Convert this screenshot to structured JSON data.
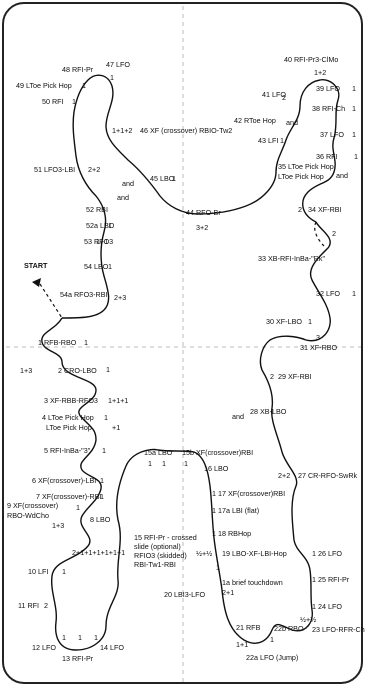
{
  "start_label": "START",
  "elements": [
    {
      "id": "e1",
      "label": "1 RFB-RBO"
    },
    {
      "id": "e2",
      "label": "2 CRO-LBO"
    },
    {
      "id": "e3",
      "label": "3 XF-RBB-RFO3"
    },
    {
      "id": "e4a",
      "label": "4 LToe Pick Hop"
    },
    {
      "id": "e4b",
      "label": "LToe Pick Hop"
    },
    {
      "id": "e5",
      "label": "5 RFI-InBa-\"3\""
    },
    {
      "id": "e6",
      "label": "6 XF(crossover)-LBI"
    },
    {
      "id": "e7",
      "label": "7 XF(crossover)-RBI"
    },
    {
      "id": "e8",
      "label": "8 LBO"
    },
    {
      "id": "e9a",
      "label": "9 XF(crossover)"
    },
    {
      "id": "e9b",
      "label": "RBO-WdCho"
    },
    {
      "id": "e10",
      "label": "10 LFI"
    },
    {
      "id": "e11",
      "label": "11 RFI"
    },
    {
      "id": "e12",
      "label": "12 LFO"
    },
    {
      "id": "e13",
      "label": "13 RFI-Pr"
    },
    {
      "id": "e14",
      "label": "14 LFO"
    },
    {
      "id": "e15a",
      "label": "15a LBO"
    },
    {
      "id": "e15b",
      "label": "15b XF(crossover)RBI"
    },
    {
      "id": "e15n1",
      "label": "15 RFI-Pr - crossed"
    },
    {
      "id": "e15n2",
      "label": "slide (optional)"
    },
    {
      "id": "e15n3",
      "label": "RFIO3 (skidded)"
    },
    {
      "id": "e15n4",
      "label": "RBI-Tw1-RBI"
    },
    {
      "id": "e16",
      "label": "16 LBO"
    },
    {
      "id": "e17",
      "label": "17 XF(crossover)RBI"
    },
    {
      "id": "e17a",
      "label": "17a LBI (flat)"
    },
    {
      "id": "e18",
      "label": "18 RBHop"
    },
    {
      "id": "e19",
      "label": "19 LBO-XF-LBI-Hop"
    },
    {
      "id": "e19n1",
      "label": "1a brief touchdown"
    },
    {
      "id": "e20",
      "label": "20 LBI3-LFO"
    },
    {
      "id": "e21",
      "label": "21 RFB"
    },
    {
      "id": "e22a",
      "label": "22a LFO (Jump)"
    },
    {
      "id": "e22b",
      "label": "22b RBO"
    },
    {
      "id": "e23",
      "label": "23 LFO-RFR-Ch"
    },
    {
      "id": "e24",
      "label": "24 LFO"
    },
    {
      "id": "e25",
      "label": "25 RFI-Pr"
    },
    {
      "id": "e26",
      "label": "26 LFO"
    },
    {
      "id": "e27",
      "label": "27 CR-RFO-SwRk"
    },
    {
      "id": "e28",
      "label": "28 XB-LBO"
    },
    {
      "id": "e29",
      "label": "29 XF-RBI"
    },
    {
      "id": "e30",
      "label": "30 XF-LBO"
    },
    {
      "id": "e31",
      "label": "31 XF-RBO"
    },
    {
      "id": "e32",
      "label": "32 LFO"
    },
    {
      "id": "e33",
      "label": "33 XB-RFI-InBa-\"Rk\""
    },
    {
      "id": "e34",
      "label": "34 XF-RBI"
    },
    {
      "id": "e35a",
      "label": "35 LToe Pick Hop"
    },
    {
      "id": "e35b",
      "label": "LToe Pick Hop"
    },
    {
      "id": "e36",
      "label": "36 RFI"
    },
    {
      "id": "e37",
      "label": "37 LFO"
    },
    {
      "id": "e38",
      "label": "38 RFI-Ch"
    },
    {
      "id": "e39",
      "label": "39 LFO"
    },
    {
      "id": "e40",
      "label": "40 RFI-Pr3-ClMo"
    },
    {
      "id": "e41",
      "label": "41 LFO"
    },
    {
      "id": "e42",
      "label": "42 RToe Hop"
    },
    {
      "id": "e43",
      "label": "43 LFI"
    },
    {
      "id": "e44",
      "label": "44 RFO-Br"
    },
    {
      "id": "e45",
      "label": "45 LBO"
    },
    {
      "id": "e46",
      "label": "46 XF (crossover) RBIO-Tw2"
    },
    {
      "id": "e47",
      "label": "47 LFO"
    },
    {
      "id": "e48",
      "label": "48 RFI-Pr"
    },
    {
      "id": "e49",
      "label": "49 LToe Pick Hop"
    },
    {
      "id": "e50",
      "label": "50 RFI"
    },
    {
      "id": "e51",
      "label": "51 LFO3-LBI"
    },
    {
      "id": "e52",
      "label": "52 RBI"
    },
    {
      "id": "e52a",
      "label": "52a LBO"
    },
    {
      "id": "e53",
      "label": "53 RFO3"
    },
    {
      "id": "e54",
      "label": "54 LBO"
    },
    {
      "id": "e54a",
      "label": "54a RFO3-RBI"
    }
  ],
  "counts": [
    {
      "id": "c1",
      "text": "1"
    },
    {
      "id": "c2",
      "text": "1+3"
    },
    {
      "id": "c3",
      "text": "1"
    },
    {
      "id": "c4",
      "text": "1+1+1"
    },
    {
      "id": "c5",
      "text": "1"
    },
    {
      "id": "c6",
      "text": "+1"
    },
    {
      "id": "c7",
      "text": "1"
    },
    {
      "id": "c8",
      "text": "1"
    },
    {
      "id": "c9",
      "text": "1"
    },
    {
      "id": "c10",
      "text": "1"
    },
    {
      "id": "c11",
      "text": "1+3"
    },
    {
      "id": "c12",
      "text": "1"
    },
    {
      "id": "c13",
      "text": "2"
    },
    {
      "id": "c14",
      "text": "1"
    },
    {
      "id": "c15",
      "text": "1"
    },
    {
      "id": "c16",
      "text": "1"
    },
    {
      "id": "c17",
      "text": "2+1+1+1+1+1+1"
    },
    {
      "id": "c18",
      "text": "1"
    },
    {
      "id": "c19",
      "text": "1"
    },
    {
      "id": "c20",
      "text": "1"
    },
    {
      "id": "c21",
      "text": "1"
    },
    {
      "id": "c22",
      "text": "1"
    },
    {
      "id": "c23",
      "text": "1"
    },
    {
      "id": "c24",
      "text": "1"
    },
    {
      "id": "c25",
      "text": "½+½"
    },
    {
      "id": "c26",
      "text": "2+1"
    },
    {
      "id": "c27",
      "text": "1+1"
    },
    {
      "id": "c28",
      "text": "1"
    },
    {
      "id": "c29",
      "text": "½+½"
    },
    {
      "id": "c30",
      "text": "1"
    },
    {
      "id": "c31",
      "text": "1"
    },
    {
      "id": "c32",
      "text": "1"
    },
    {
      "id": "c33",
      "text": "2+2"
    },
    {
      "id": "c34",
      "text": "2"
    },
    {
      "id": "c35",
      "text": "1"
    },
    {
      "id": "c36",
      "text": "3"
    },
    {
      "id": "c37",
      "text": "1"
    },
    {
      "id": "c38",
      "text": "2"
    },
    {
      "id": "c39",
      "text": "2"
    },
    {
      "id": "c40",
      "text": "1"
    },
    {
      "id": "c41",
      "text": "1"
    },
    {
      "id": "c42",
      "text": "1"
    },
    {
      "id": "c43",
      "text": "1"
    },
    {
      "id": "c44",
      "text": "1+2"
    },
    {
      "id": "c45",
      "text": "2"
    },
    {
      "id": "c46",
      "text": "1"
    },
    {
      "id": "c47",
      "text": "3+2"
    },
    {
      "id": "c48",
      "text": "1+1+2"
    },
    {
      "id": "c49",
      "text": "1"
    },
    {
      "id": "c50",
      "text": "1"
    },
    {
      "id": "c51",
      "text": "1"
    },
    {
      "id": "c52",
      "text": "1"
    },
    {
      "id": "c53",
      "text": "2+2"
    },
    {
      "id": "c54",
      "text": "1"
    },
    {
      "id": "c55",
      "text": "1+1"
    },
    {
      "id": "c56",
      "text": "1"
    },
    {
      "id": "c57",
      "text": "2+3"
    }
  ],
  "connectors": [
    {
      "id": "and1",
      "text": "and"
    },
    {
      "id": "and2",
      "text": "and"
    },
    {
      "id": "and3",
      "text": "and"
    },
    {
      "id": "and4",
      "text": "and"
    },
    {
      "id": "and5",
      "text": "and"
    }
  ]
}
